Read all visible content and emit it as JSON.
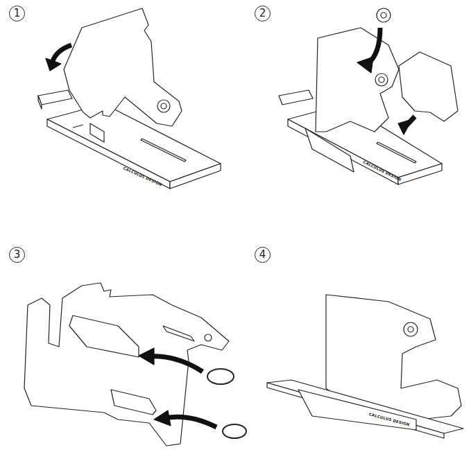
{
  "diagram": {
    "nodes": [
      {
        "text": [
          "1"
        ]
      },
      {
        "text": [
          "2"
        ]
      },
      {
        "text": [
          "3"
        ]
      },
      {
        "text": [
          "4"
        ]
      }
    ],
    "labels": [
      "CALCULUS DESIGN",
      "CALCULUS DESIGN",
      "CALCULUS DESIGN"
    ]
  }
}
